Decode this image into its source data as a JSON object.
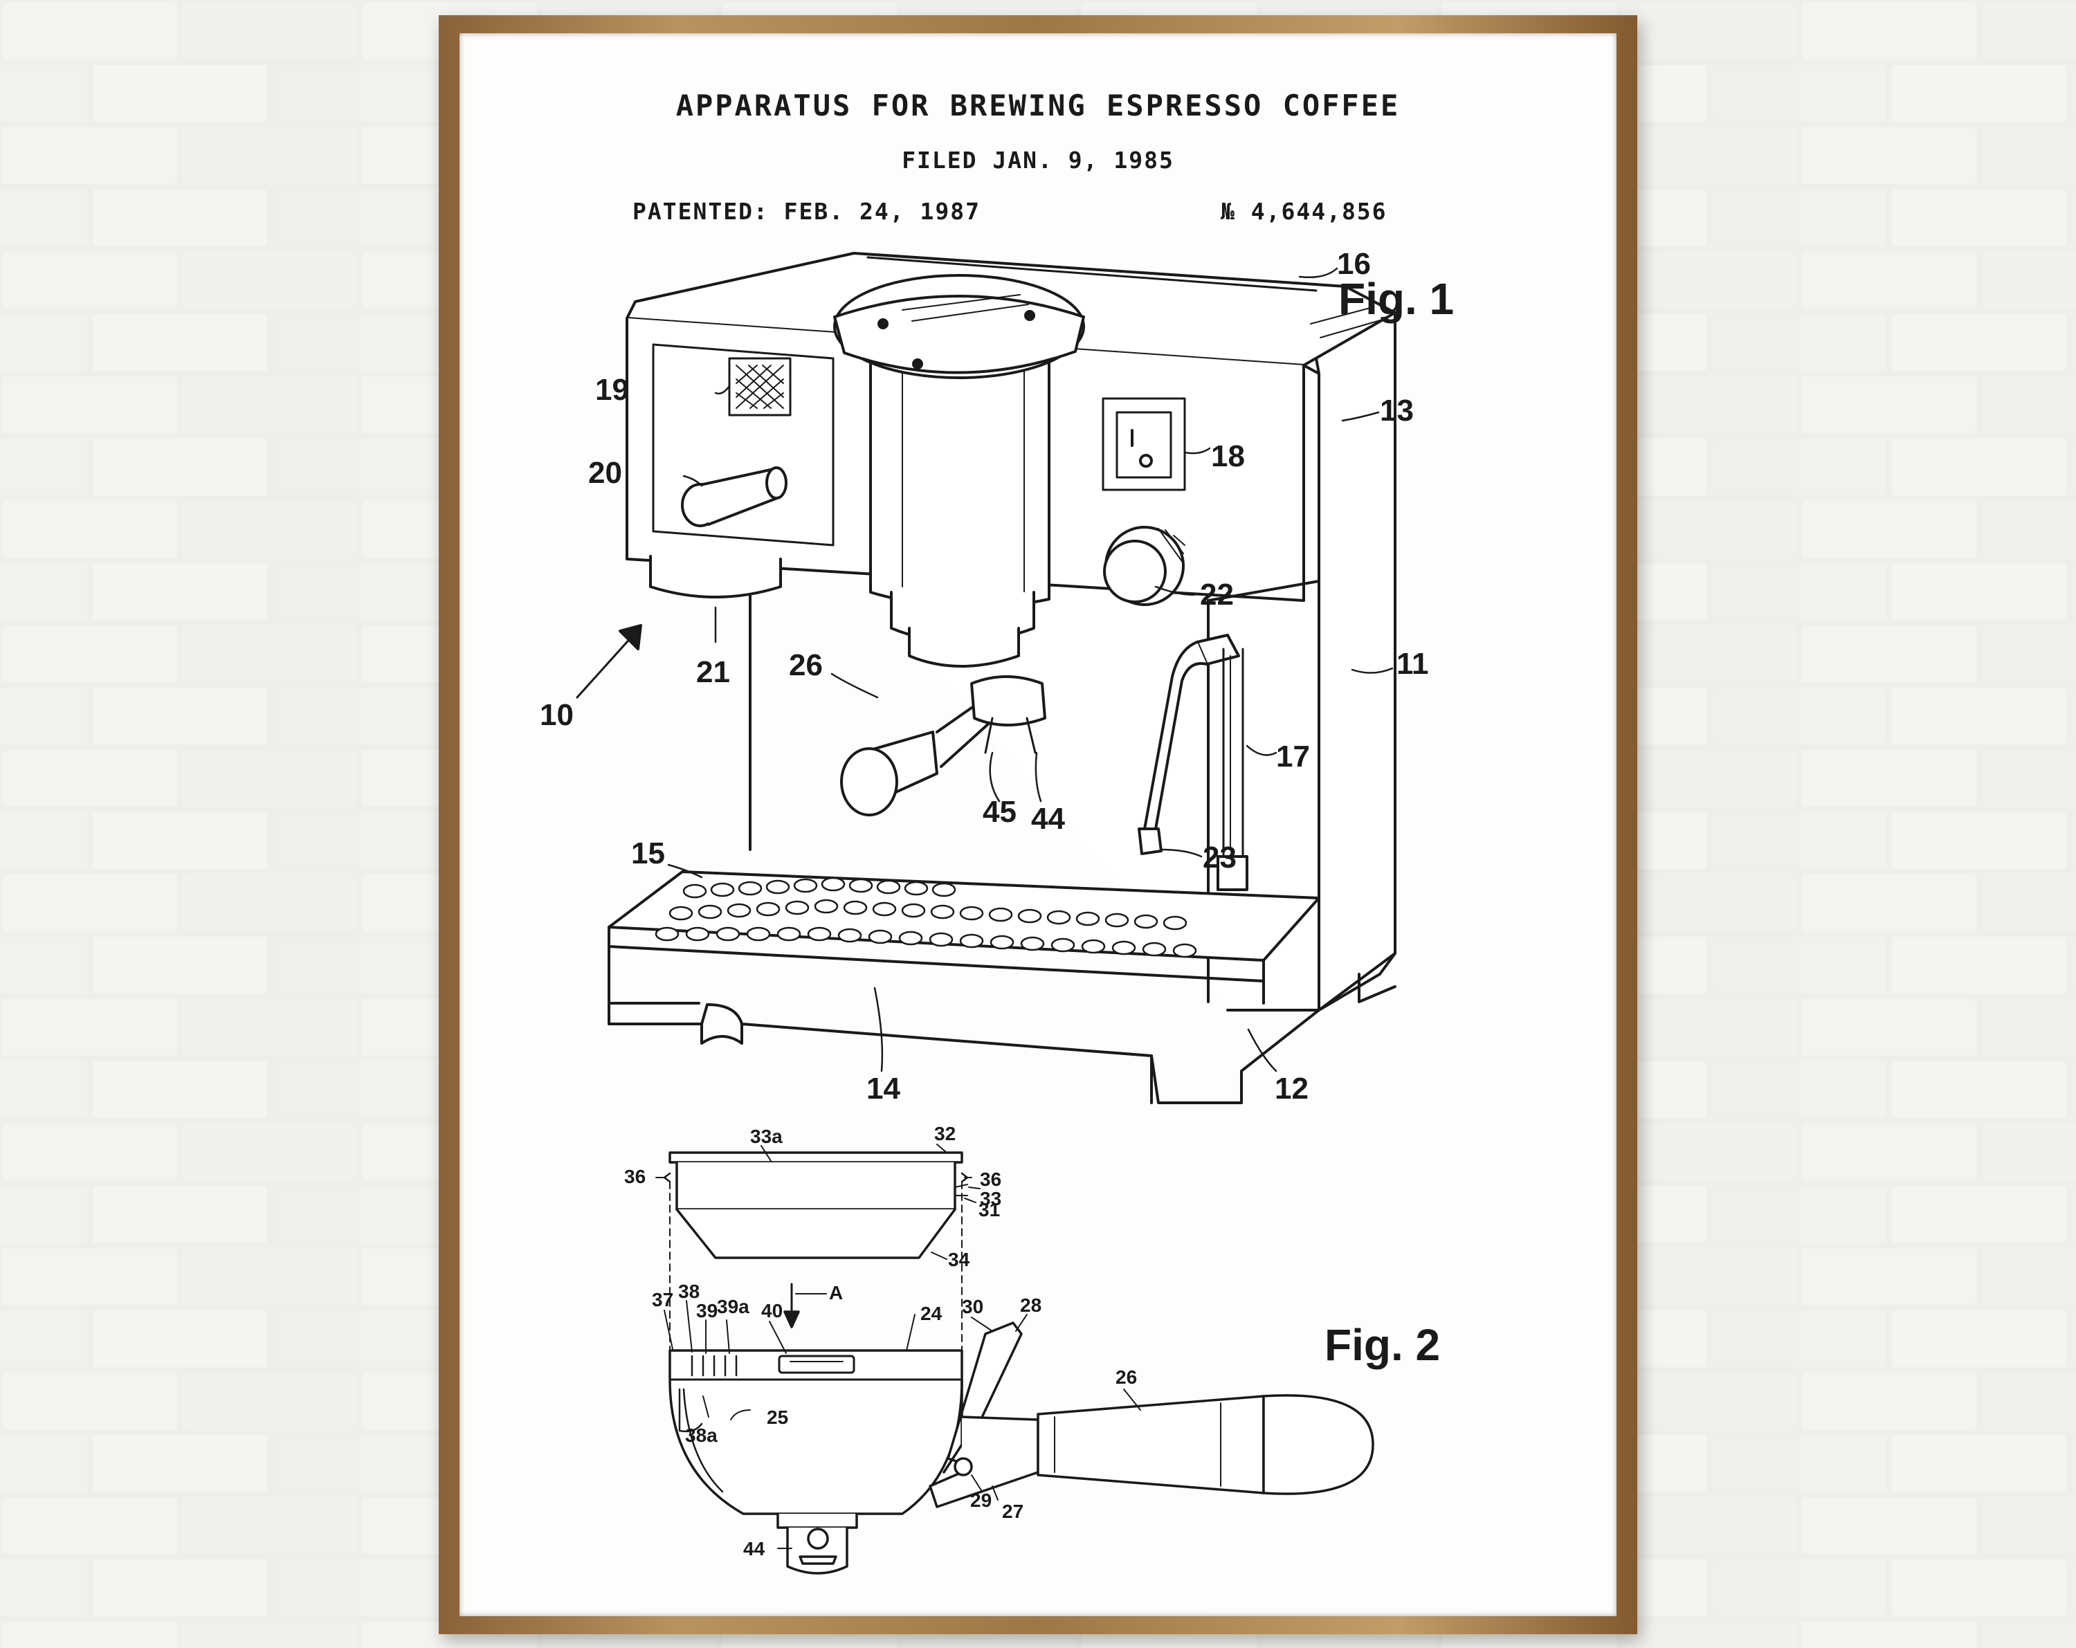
{
  "poster": {
    "title": "APPARATUS FOR BREWING ESPRESSO COFFEE",
    "filed": "FILED JAN. 9, 1985",
    "patented": "PATENTED: FEB. 24, 1987",
    "number": "№ 4,644,856"
  },
  "fig1": {
    "label": "Fig. 1",
    "refs": [
      "10",
      "11",
      "12",
      "13",
      "14",
      "15",
      "16",
      "17",
      "18",
      "19",
      "20",
      "21",
      "22",
      "23",
      "26",
      "44",
      "45"
    ]
  },
  "fig2": {
    "label": "Fig. 2",
    "refs": [
      "24",
      "25",
      "26",
      "27",
      "28",
      "29",
      "30",
      "31",
      "32",
      "33",
      "33a",
      "34",
      "36",
      "36",
      "37",
      "38",
      "38a",
      "39",
      "39a",
      "40",
      "A",
      "44"
    ]
  },
  "colors": {
    "frame": "#a37a48",
    "paper": "#fdfdfc",
    "ink": "#1a1a1a",
    "wall": "#ecebe8"
  }
}
